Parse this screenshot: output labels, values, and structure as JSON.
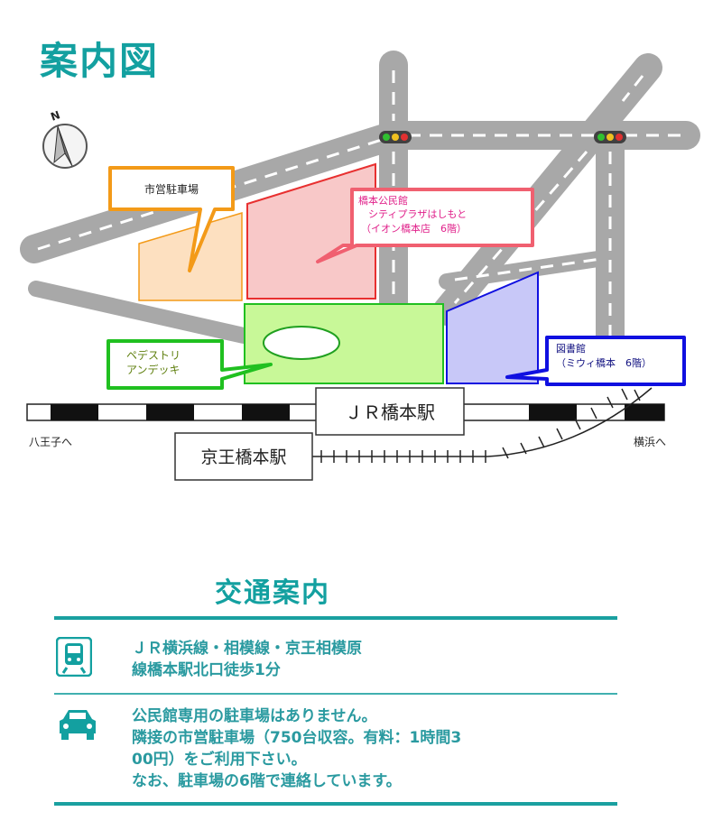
{
  "page_title": "案内図",
  "map": {
    "north_mark": "N",
    "labels": {
      "parking": "市営駐車場",
      "community_center": "橋本公民館",
      "city_plaza": "シティプラザはしもと",
      "aeon": "（イオン橋本店　6階）",
      "pedestrian_deck_1": "ペデストリ",
      "pedestrian_deck_2": "アンデッキ",
      "library": "図書館",
      "library_sub": "（ミウィ橋本　6階）",
      "jr_station": "ＪＲ橋本駅",
      "keio_station": "京王橋本駅",
      "to_hachioji": "八王子へ",
      "to_yokohama": "横浜へ"
    },
    "colors": {
      "road": "#a8a8a8",
      "parking_fill": "#fde0c0",
      "parking_border": "#f39a18",
      "community_fill": "#f8c8c8",
      "community_border": "#e83030",
      "community_text": "#e0208a",
      "deck_fill": "#c8f898",
      "deck_border": "#20c020",
      "deck_text": "#608010",
      "library_fill": "#c8c8f8",
      "library_border": "#1010e0",
      "library_text": "#101080",
      "callout_parking_border": "#f39a18",
      "callout_center_border": "#f06070"
    }
  },
  "access": {
    "title": "交通案内",
    "train": {
      "icon": "train-icon",
      "line1": "ＪＲ横浜線・相模線・京王相模原",
      "line2": "線橋本駅北口徒歩1分"
    },
    "car": {
      "icon": "car-icon",
      "line1": "公民館専用の駐車場はありません。",
      "line2": "隣接の市営駐車場（750台収容。有料：1時間3",
      "line3": "00円）をご利用下さい。",
      "line4": "なお、駐車場の6階で連絡しています。"
    },
    "accent_color": "#13a0a0"
  }
}
